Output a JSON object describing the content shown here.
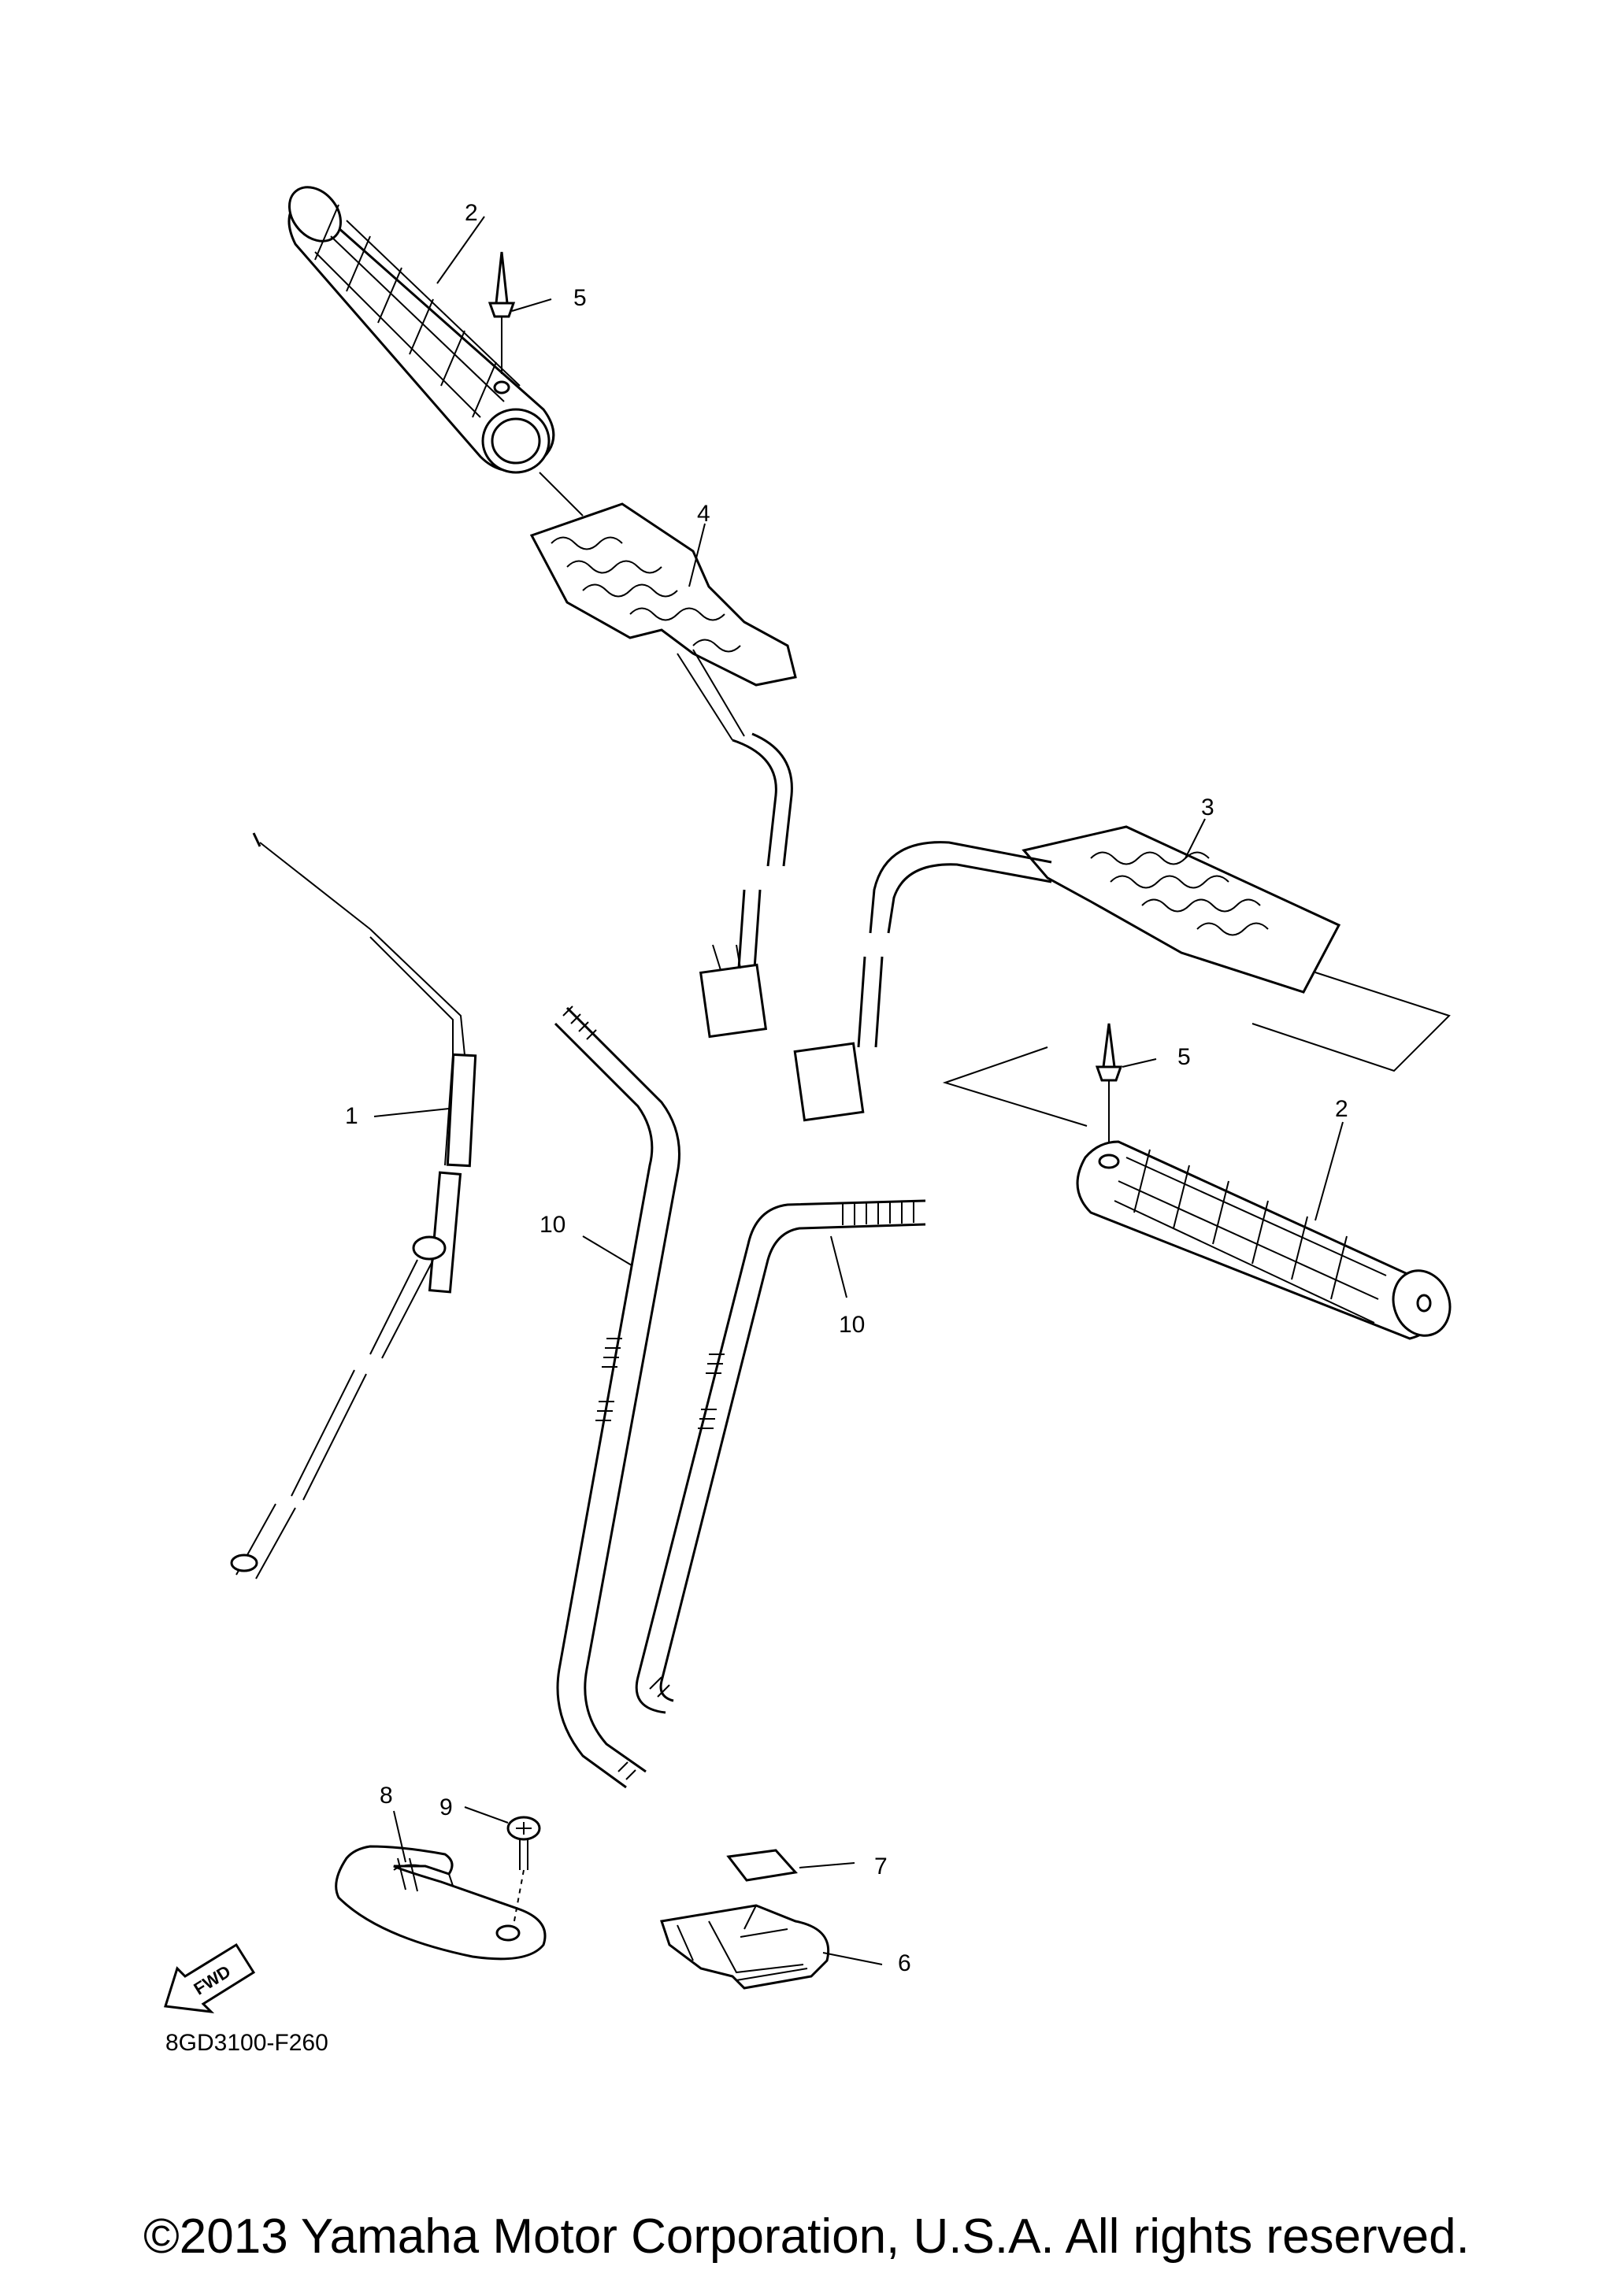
{
  "diagram": {
    "callouts": {
      "c1": "1",
      "c2a": "2",
      "c2b": "2",
      "c3": "3",
      "c4": "4",
      "c5a": "5",
      "c5b": "5",
      "c6": "6",
      "c7": "7",
      "c8": "8",
      "c9": "9",
      "c10a": "10",
      "c10b": "10"
    },
    "fwd_label": "FWD",
    "drawing_code": "8GD3100-F260"
  },
  "footer": {
    "copyright": "©2013 Yamaha Motor Corporation, U.S.A. All rights reserved."
  }
}
